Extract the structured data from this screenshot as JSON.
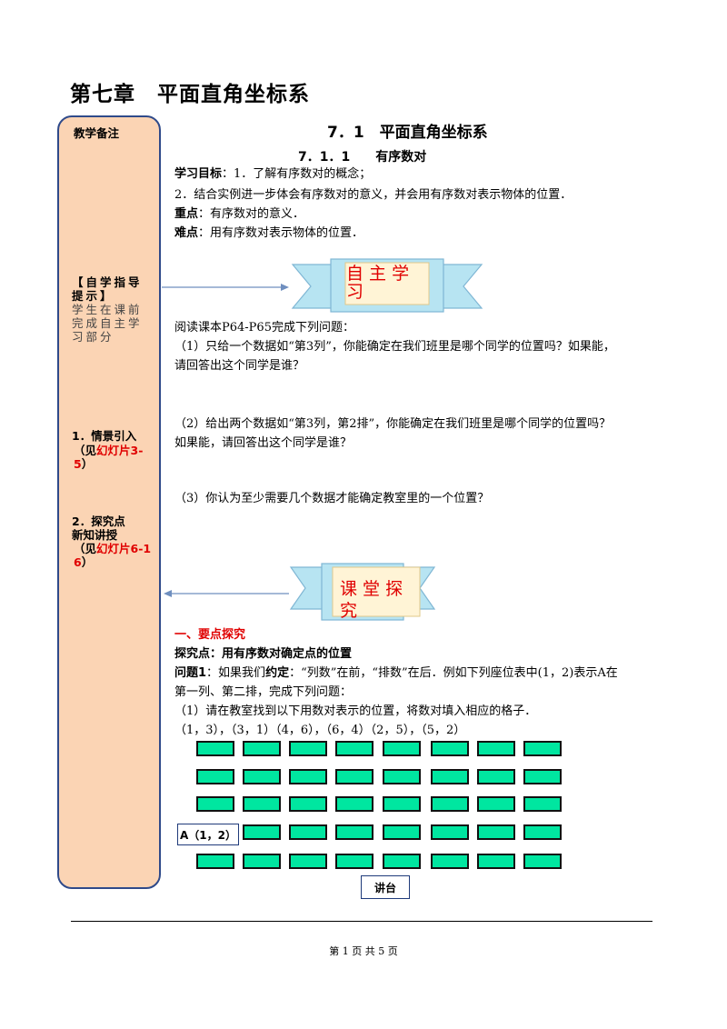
{
  "chapter_title": "第七章　平面直角坐标系",
  "sidebar": {
    "heading": "教学备注",
    "guide_title": "【自学指导提示】",
    "guide_body": "学生在课前完成自主学习部分",
    "item1_title": "1．情景引入",
    "item1_open": "（见",
    "item1_link": "幻灯片3-5",
    "item1_close": "）",
    "item2_title": "2．探究点新知讲授",
    "item2_open": "（见",
    "item2_link": "幻灯片6-16",
    "item2_close": "）"
  },
  "section_title": "7．1　平面直角坐标系",
  "subsection_title": "7．1．1　　有序数对",
  "goals": {
    "label": "学习目标",
    "line1": "：1．了解有序数对的概念；",
    "line2": "2．结合实例进一步体会有序数对的意义，并会用有序数对表示物体的位置．",
    "key_label": "重点",
    "key_text": "：有序数对的意义．",
    "hard_label": "难点",
    "hard_text": "：用有序数对表示物体的位置．"
  },
  "banner1": {
    "line1": "自 主 学",
    "line2": "习"
  },
  "self_study": {
    "intro": "阅读课本P64-P65完成下列问题：",
    "q1_a": "（1）只给一个数据如“第3列”，你能确定在我们班里是哪个同学的位置吗？如果能，",
    "q1_b": "请回答出这个同学是谁？",
    "q2_a": "（2）给出两个数据如“第3列，第2排”，你能确定在我们班里是哪个同学的位置吗？",
    "q2_b": "如果能，请回答出这个同学是谁？",
    "q3": "（3）你认为至少需要几个数据才能确定教室里的一个位置？"
  },
  "banner2": {
    "line1": "课 堂 探",
    "line2": "究"
  },
  "explore": {
    "heading": "一、要点探究",
    "point": "探究点：用有序数对确定点的位置",
    "problem_label": "问题1",
    "problem_a1": "：如果我们",
    "problem_bold": "约定",
    "problem_a2": "：“列数”在前，“排数”在后．例如下列座位表中(1，2)表示A在",
    "problem_b": "第一列、第二排，完成下列问题：",
    "task": "（1）请在教室找到以下用数对表示的位置，将数对填入相应的格子．",
    "pairs": "（1，3），（3，1）（4，6），（6，4）（2，5），（5，2）"
  },
  "seat_chart": {
    "label_a": "A（1，2）",
    "podium": "讲台",
    "seat_color": "#00e6a0"
  },
  "footer": "第 1 页 共 5 页"
}
